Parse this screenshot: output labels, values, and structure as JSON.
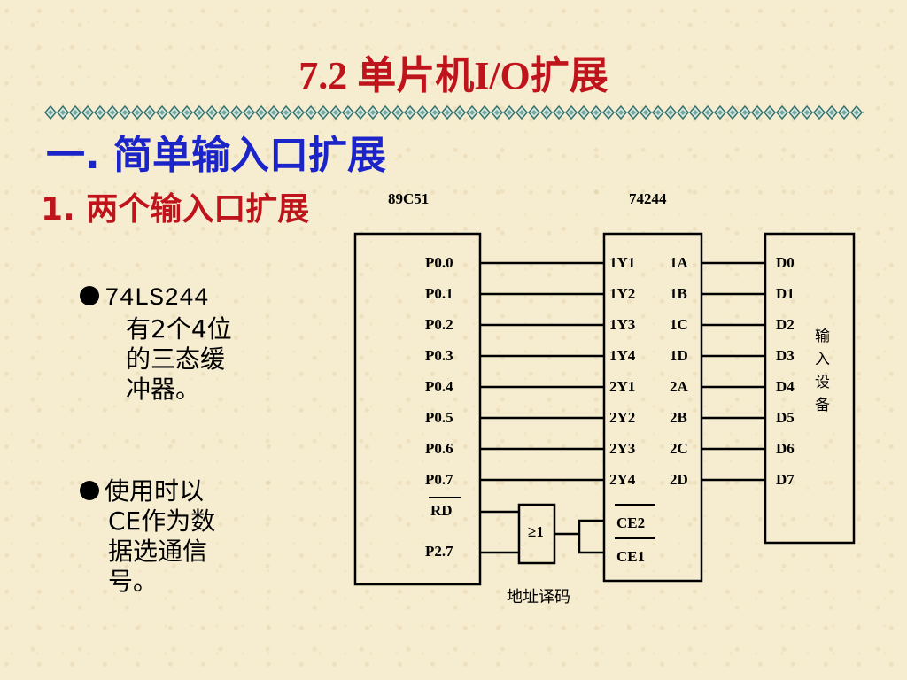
{
  "slide": {
    "title": "7.2  单片机I/O扩展",
    "section": "一. 简单输入口扩展",
    "subsection": "1. 两个输入口扩展",
    "bullets": [
      {
        "lines": [
          "74LS244",
          "有2个4位",
          "的三态缓",
          "冲器。"
        ]
      },
      {
        "lines": [
          "使用时以",
          "CE作为数",
          "据选通信",
          "号。"
        ]
      }
    ]
  },
  "diagram": {
    "mcu_label": "89C51",
    "buffer_label": "74244",
    "mcu_pins": [
      "P0.0",
      "P0.1",
      "P0.2",
      "P0.3",
      "P0.4",
      "P0.5",
      "P0.6",
      "P0.7"
    ],
    "rd_label": "RD",
    "p27_label": "P2.7",
    "buffer_left_pins": [
      "1Y1",
      "1Y2",
      "1Y3",
      "1Y4",
      "2Y1",
      "2Y2",
      "2Y3",
      "2Y4"
    ],
    "buffer_right_pins": [
      "1A",
      "1B",
      "1C",
      "1D",
      "2A",
      "2B",
      "2C",
      "2D"
    ],
    "ce2_label": "CE2",
    "ce1_label": "CE1",
    "gate_label": "≥1",
    "device_pins": [
      "D0",
      "D1",
      "D2",
      "D3",
      "D4",
      "D5",
      "D6",
      "D7"
    ],
    "device_label": [
      "输",
      "入",
      "设",
      "备"
    ],
    "decode_label": "地址译码"
  }
}
